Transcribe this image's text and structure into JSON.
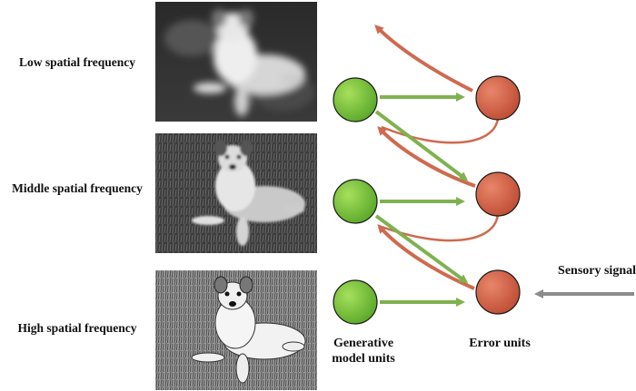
{
  "rows": [
    {
      "label": "Low spatial frequency",
      "image": "dog-photo-low-spatial-frequency"
    },
    {
      "label": "Middle spatial frequency",
      "image": "dog-photo-middle-spatial-frequency"
    },
    {
      "label": "High spatial frequency",
      "image": "dog-photo-high-spatial-frequency"
    }
  ],
  "captions": {
    "generative": "Generative model units",
    "error": "Error units",
    "sensory": "Sensory signal"
  },
  "colors": {
    "generative_unit": "#7ccc3a",
    "error_unit": "#d8664a",
    "feedforward_arrow": "#7fb24f",
    "feedback_arrow": "#cf6a4f",
    "sensory_arrow": "#8c8c8c"
  }
}
